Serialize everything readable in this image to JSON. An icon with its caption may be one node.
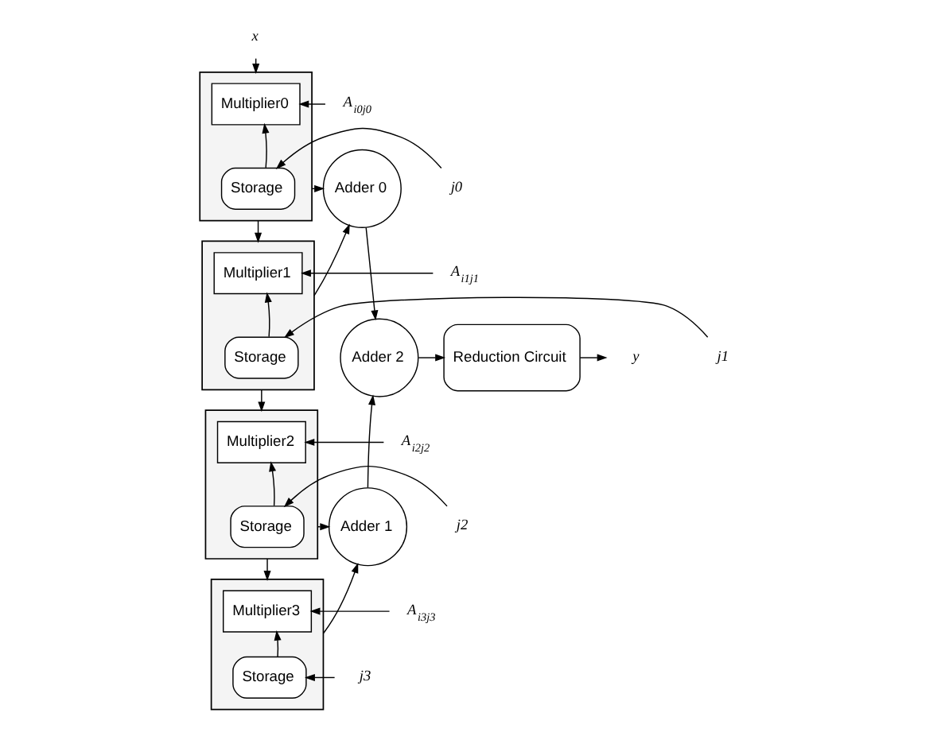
{
  "diagram": {
    "nodes": [
      {
        "text": [
          "x"
        ]
      },
      {
        "text": [
          "A$_{i0j0}$"
        ]
      },
      {
        "text": [],
        "shape": "box"
      },
      {
        "text": [
          "Multiplier0"
        ],
        "in": 2
      },
      {
        "text": [
          "j0"
        ]
      },
      {
        "text": [
          "Storage"
        ],
        "in": 2
      },
      {
        "text": [
          "A$_{i1j1}$"
        ]
      },
      {
        "text": [],
        "shape": "box"
      },
      {
        "text": [
          "Multiplier1"
        ],
        "in": 7
      },
      {
        "text": [
          "j1"
        ]
      },
      {
        "text": [
          "Storage"
        ],
        "in": 7
      },
      {
        "text": [
          "A$_{i2j2}$"
        ]
      },
      {
        "text": [],
        "shape": "box"
      },
      {
        "text": [
          "Multiplier2"
        ],
        "in": 12
      },
      {
        "text": [
          "j2"
        ]
      },
      {
        "text": [
          "Storage"
        ],
        "in": 12
      },
      {
        "text": [
          "A$_{i3j3}$"
        ]
      },
      {
        "text": [],
        "shape": "box"
      },
      {
        "text": [
          "Multiplier3"
        ],
        "in": 17
      },
      {
        "text": [
          "j3"
        ]
      },
      {
        "text": [
          "Storage"
        ],
        "in": 17
      },
      {
        "text": [
          "Adder 0"
        ]
      },
      {
        "text": [
          "Adder 1"
        ]
      },
      {
        "text": [
          "Adder 2"
        ]
      },
      {
        "text": [
          "Reduction Circuit"
        ]
      },
      {
        "text": [
          "y"
        ]
      }
    ],
    "edges": [
      {
        "from": 0,
        "to": 2,
        "arrow": "to"
      },
      {
        "from": 1,
        "to": 3,
        "arrow": "to"
      },
      {
        "from": 4,
        "to": 5,
        "arrow": "to"
      },
      {
        "from": 5,
        "to": 3,
        "arrow": "to"
      },
      {
        "from": 6,
        "to": 8,
        "arrow": "to"
      },
      {
        "from": 9,
        "to": 10,
        "arrow": "to"
      },
      {
        "from": 10,
        "to": 8,
        "arrow": "to"
      },
      {
        "from": 11,
        "to": 13,
        "arrow": "to"
      },
      {
        "from": 14,
        "to": 15,
        "arrow": "to"
      },
      {
        "from": 15,
        "to": 13,
        "arrow": "to"
      },
      {
        "from": 16,
        "to": 18,
        "arrow": "to"
      },
      {
        "from": 19,
        "to": 20,
        "arrow": "to"
      },
      {
        "from": 20,
        "to": 18,
        "arrow": "to"
      },
      {
        "from": 2,
        "to": 7,
        "arrow": "to"
      },
      {
        "from": 7,
        "to": 12,
        "arrow": "to"
      },
      {
        "from": 12,
        "to": 17,
        "arrow": "to"
      },
      {
        "from": 2,
        "to": 21,
        "arrow": "to"
      },
      {
        "from": 7,
        "to": 21,
        "arrow": "to"
      },
      {
        "from": 12,
        "to": 22,
        "arrow": "to"
      },
      {
        "from": 17,
        "to": 22,
        "arrow": "to"
      },
      {
        "from": 21,
        "to": 23,
        "arrow": "to"
      },
      {
        "from": 22,
        "to": 23,
        "arrow": "to"
      },
      {
        "from": 23,
        "to": 24,
        "arrow": "to"
      },
      {
        "from": 24,
        "to": 25,
        "arrow": "to"
      }
    ]
  }
}
